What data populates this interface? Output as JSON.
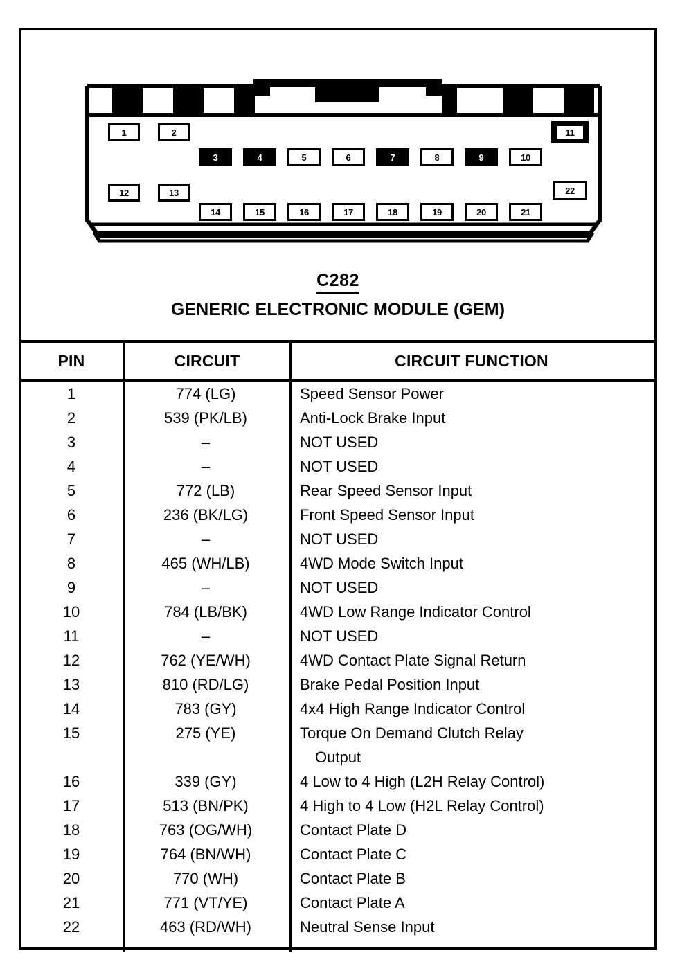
{
  "connector": {
    "code": "C282",
    "name": "GENERIC ELECTRONIC MODULE (GEM)",
    "pin_cells": [
      {
        "label": "1",
        "style": "outline"
      },
      {
        "label": "2",
        "style": "outline"
      },
      {
        "label": "3",
        "style": "filled"
      },
      {
        "label": "4",
        "style": "filled"
      },
      {
        "label": "5",
        "style": "outline"
      },
      {
        "label": "6",
        "style": "outline"
      },
      {
        "label": "7",
        "style": "filled"
      },
      {
        "label": "8",
        "style": "outline"
      },
      {
        "label": "9",
        "style": "filled"
      },
      {
        "label": "10",
        "style": "outline"
      },
      {
        "label": "11",
        "style": "boxed-dark"
      },
      {
        "label": "12",
        "style": "outline"
      },
      {
        "label": "13",
        "style": "outline"
      },
      {
        "label": "14",
        "style": "outline"
      },
      {
        "label": "15",
        "style": "outline"
      },
      {
        "label": "16",
        "style": "outline"
      },
      {
        "label": "17",
        "style": "outline"
      },
      {
        "label": "18",
        "style": "outline"
      },
      {
        "label": "19",
        "style": "outline"
      },
      {
        "label": "20",
        "style": "outline"
      },
      {
        "label": "21",
        "style": "outline"
      },
      {
        "label": "22",
        "style": "outline"
      }
    ]
  },
  "table": {
    "headers": {
      "pin": "PIN",
      "circuit": "CIRCUIT",
      "function": "CIRCUIT FUNCTION"
    },
    "rows": [
      {
        "pin": "1",
        "circuit": "774 (LG)",
        "function": "Speed Sensor Power"
      },
      {
        "pin": "2",
        "circuit": "539 (PK/LB)",
        "function": "Anti-Lock Brake Input"
      },
      {
        "pin": "3",
        "circuit": "–",
        "function": "NOT USED"
      },
      {
        "pin": "4",
        "circuit": "–",
        "function": "NOT USED"
      },
      {
        "pin": "5",
        "circuit": "772 (LB)",
        "function": "Rear Speed Sensor Input"
      },
      {
        "pin": "6",
        "circuit": "236 (BK/LG)",
        "function": "Front Speed Sensor Input"
      },
      {
        "pin": "7",
        "circuit": "–",
        "function": "NOT USED"
      },
      {
        "pin": "8",
        "circuit": "465 (WH/LB)",
        "function": "4WD Mode Switch Input"
      },
      {
        "pin": "9",
        "circuit": "–",
        "function": "NOT USED"
      },
      {
        "pin": "10",
        "circuit": "784 (LB/BK)",
        "function": "4WD Low Range Indicator Control"
      },
      {
        "pin": "11",
        "circuit": "–",
        "function": "NOT USED"
      },
      {
        "pin": "12",
        "circuit": "762 (YE/WH)",
        "function": "4WD Contact Plate Signal Return"
      },
      {
        "pin": "13",
        "circuit": "810 (RD/LG)",
        "function": "Brake Pedal Position Input"
      },
      {
        "pin": "14",
        "circuit": "783 (GY)",
        "function": "4x4 High Range Indicator Control"
      },
      {
        "pin": "15",
        "circuit": "275 (YE)",
        "function": "Torque On Demand Clutch Relay",
        "function_line2": "Output"
      },
      {
        "pin": "16",
        "circuit": "339 (GY)",
        "function": "4 Low to 4 High (L2H Relay Control)"
      },
      {
        "pin": "17",
        "circuit": "513 (BN/PK)",
        "function": "4 High to 4 Low (H2L Relay Control)"
      },
      {
        "pin": "18",
        "circuit": "763 (OG/WH)",
        "function": "Contact Plate D"
      },
      {
        "pin": "19",
        "circuit": "764 (BN/WH)",
        "function": "Contact Plate C"
      },
      {
        "pin": "20",
        "circuit": "770 (WH)",
        "function": "Contact Plate B"
      },
      {
        "pin": "21",
        "circuit": "771 (VT/YE)",
        "function": "Contact Plate A"
      },
      {
        "pin": "22",
        "circuit": "463 (RD/WH)",
        "function": "Neutral Sense Input"
      }
    ]
  },
  "colors": {
    "ink": "#000000",
    "paper": "#ffffff"
  }
}
